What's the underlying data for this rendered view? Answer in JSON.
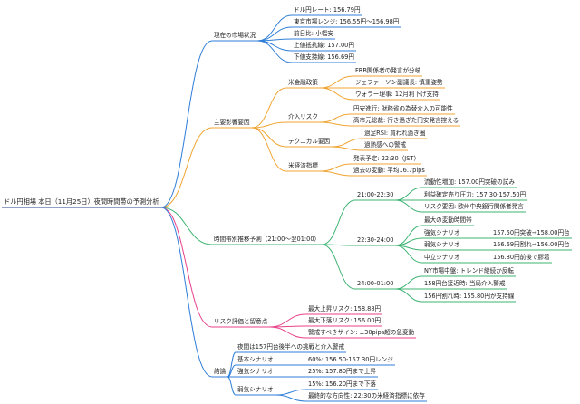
{
  "colors": {
    "blue": "#2f7ed8",
    "orange": "#f0a430",
    "green": "#3cb371",
    "pink": "#e8418a",
    "navy": "#2a3f8f"
  },
  "root": "ドル円相場 本日（11月25日）夜間時間帯の予測分析",
  "current": {
    "title": "現在の市場状況",
    "items": [
      "ドル円レート: 156.79円",
      "東京市場レンジ: 156.55円〜156.98円",
      "前日比: 小幅安",
      "上値抵抗線: 157.00円",
      "下値支持線: 156.69円"
    ]
  },
  "factors": {
    "title": "主要影響要因",
    "policy": {
      "title": "米金融政策",
      "items": [
        "FRB関係者の発言が分岐",
        "ジェファーソン副議長: 慎重姿勢",
        "ウォラー理事: 12月利下げ支持"
      ]
    },
    "intervention": {
      "title": "介入リスク",
      "items": [
        "円安進行: 財務省の為替介入の可能性",
        "高市元総裁: 行き過ぎた円安発言控える"
      ]
    },
    "technical": {
      "title": "テクニカル要因",
      "items": [
        "過足RSI: 買われ過ぎ圏",
        "過熱感への警戒"
      ]
    },
    "indicators": {
      "title": "米経済指標",
      "items": [
        "発表予定: 22:30（JST）",
        "過去の変動: 平均16.7pips"
      ]
    }
  },
  "forecast": {
    "title": "時間帯別推移予測（21:00〜翌01:00）",
    "t1": {
      "title": "21:00-22:30",
      "items": [
        "流動性増加: 157.00円突破の試み",
        "利益確定売り圧力: 157.30-157.50円",
        "リスク要因: 欧州中央銀行関係者発言"
      ]
    },
    "t2": {
      "title": "22:30-24:00",
      "lead": "最大の変動時間帯",
      "scenarios": [
        {
          "name": "強気シナリオ",
          "detail": "157.50円突破→158.00円台"
        },
        {
          "name": "弱気シナリオ",
          "detail": "156.69円割れ→156.00円台"
        },
        {
          "name": "中立シナリオ",
          "detail": "156.80円前後で膠着"
        }
      ]
    },
    "t3": {
      "title": "24:00-01:00",
      "items": [
        "NY市場中盤: トレンド継続か反転",
        "158円台接近時: 当局介入警戒",
        "156円割れ時: 155.80円が支持線"
      ]
    }
  },
  "risk": {
    "title": "リスク評価と留意点",
    "items": [
      "最大上昇リスク: 158.88円",
      "最大下落リスク: 156.00円",
      "警戒すべきサイン: ±30pips超の急変動"
    ]
  },
  "conclusion": {
    "title": "結論",
    "lead": "夜間は157円台後半への挑戦と介入警戒",
    "base": {
      "name": "基本シナリオ",
      "detail": "60%: 156.50-157.30円レンジ"
    },
    "bull": {
      "name": "強気シナリオ",
      "detail": "25%: 157.80円まで上昇"
    },
    "bear": {
      "name": "弱気シナリオ",
      "items": [
        "15%: 156.20円まで下落",
        "最終的な方向性: 22:30の米経済指標に依存"
      ]
    }
  }
}
